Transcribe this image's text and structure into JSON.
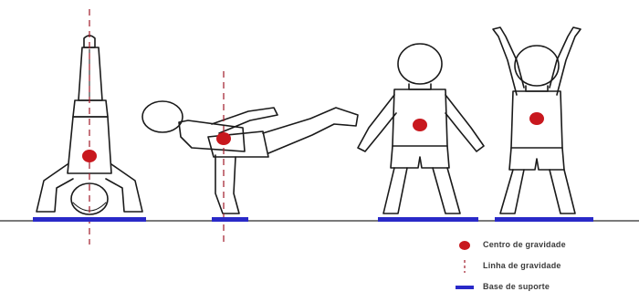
{
  "figure": {
    "figures": [
      {
        "name": "headstand"
      },
      {
        "name": "arabesque"
      },
      {
        "name": "standing-arms-down"
      },
      {
        "name": "standing-arms-up"
      }
    ],
    "colors": {
      "center_of_gravity": "#c8181e",
      "line_of_gravity": "#a01a2a",
      "base_of_support": "#2929c8",
      "outline": "#1a1a1a",
      "ground": "#888888"
    }
  },
  "legend": {
    "center_of_gravity_label": "Centro de gravidade",
    "line_of_gravity_label": "Linha de gravidade",
    "base_of_support_label": "Base de suporte"
  }
}
